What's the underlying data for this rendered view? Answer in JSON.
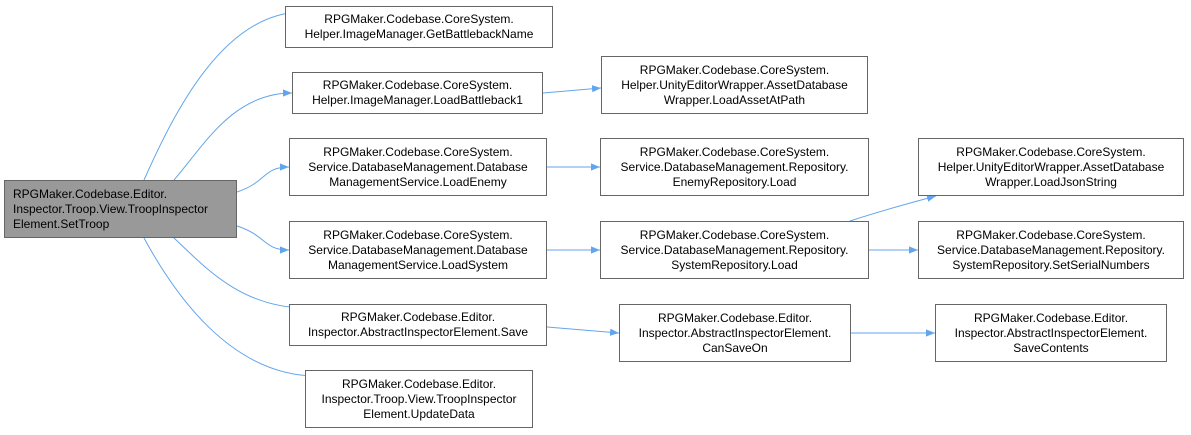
{
  "colors": {
    "edge": "#63a5ec",
    "node_border": "#666666",
    "root_fill": "#999999"
  },
  "nodes": {
    "set_troop": [
      "RPGMaker.Codebase.Editor.",
      "Inspector.Troop.View.TroopInspector",
      "Element.SetTroop"
    ],
    "get_battleback_name": [
      "RPGMaker.Codebase.CoreSystem.",
      "Helper.ImageManager.GetBattlebackName"
    ],
    "load_battleback1": [
      "RPGMaker.Codebase.CoreSystem.",
      "Helper.ImageManager.LoadBattleback1"
    ],
    "load_asset_at_path": [
      "RPGMaker.Codebase.CoreSystem.",
      "Helper.UnityEditorWrapper.AssetDatabase",
      "Wrapper.LoadAssetAtPath"
    ],
    "load_enemy": [
      "RPGMaker.Codebase.CoreSystem.",
      "Service.DatabaseManagement.Database",
      "ManagementService.LoadEnemy"
    ],
    "enemy_repo_load": [
      "RPGMaker.Codebase.CoreSystem.",
      "Service.DatabaseManagement.Repository.",
      "EnemyRepository.Load"
    ],
    "load_json_string": [
      "RPGMaker.Codebase.CoreSystem.",
      "Helper.UnityEditorWrapper.AssetDatabase",
      "Wrapper.LoadJsonString"
    ],
    "load_system": [
      "RPGMaker.Codebase.CoreSystem.",
      "Service.DatabaseManagement.Database",
      "ManagementService.LoadSystem"
    ],
    "system_repo_load": [
      "RPGMaker.Codebase.CoreSystem.",
      "Service.DatabaseManagement.Repository.",
      "SystemRepository.Load"
    ],
    "set_serial_numbers": [
      "RPGMaker.Codebase.CoreSystem.",
      "Service.DatabaseManagement.Repository.",
      "SystemRepository.SetSerialNumbers"
    ],
    "save": [
      "RPGMaker.Codebase.Editor.",
      "Inspector.AbstractInspectorElement.Save"
    ],
    "can_save_on": [
      "RPGMaker.Codebase.Editor.",
      "Inspector.AbstractInspectorElement.",
      "CanSaveOn"
    ],
    "save_contents": [
      "RPGMaker.Codebase.Editor.",
      "Inspector.AbstractInspectorElement.",
      "SaveContents"
    ],
    "update_data": [
      "RPGMaker.Codebase.Editor.",
      "Inspector.Troop.View.TroopInspector",
      "Element.UpdateData"
    ]
  },
  "edges": [
    [
      "set_troop",
      "get_battleback_name"
    ],
    [
      "set_troop",
      "load_battleback1"
    ],
    [
      "set_troop",
      "load_enemy"
    ],
    [
      "set_troop",
      "load_system"
    ],
    [
      "set_troop",
      "save"
    ],
    [
      "set_troop",
      "update_data"
    ],
    [
      "load_battleback1",
      "load_asset_at_path"
    ],
    [
      "load_enemy",
      "enemy_repo_load"
    ],
    [
      "load_system",
      "system_repo_load"
    ],
    [
      "system_repo_load",
      "load_json_string"
    ],
    [
      "system_repo_load",
      "set_serial_numbers"
    ],
    [
      "save",
      "can_save_on"
    ],
    [
      "can_save_on",
      "save_contents"
    ]
  ]
}
